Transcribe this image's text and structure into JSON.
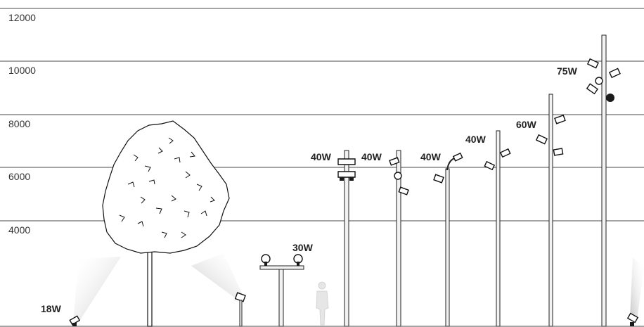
{
  "height_scale": {
    "ticks": [
      "12000",
      "10000",
      "8000",
      "6000",
      "4000"
    ]
  },
  "fixtures": [
    {
      "label": "18W"
    },
    {
      "label": "30W"
    },
    {
      "label": "40W"
    },
    {
      "label": "40W"
    },
    {
      "label": "40W"
    },
    {
      "label": "40W"
    },
    {
      "label": "60W"
    },
    {
      "label": "75W"
    }
  ],
  "colors": {
    "line": "#4a4a4a",
    "pole_fill": "#f2f2f2",
    "ink": "#111111",
    "beam": "#c9c9c9"
  }
}
